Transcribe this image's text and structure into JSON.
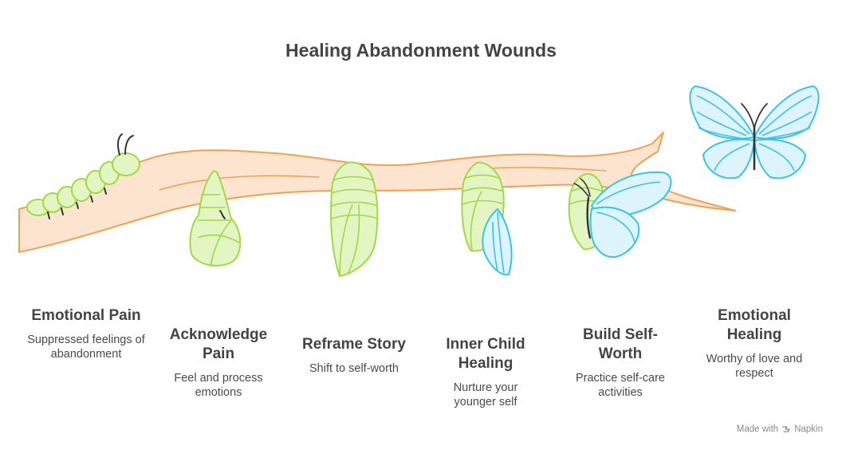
{
  "title": "Healing Abandonment Wounds",
  "stages": [
    {
      "title": "Emotional Pain",
      "description": "Suppressed feelings of abandonment"
    },
    {
      "title": "Acknowledge Pain",
      "description": "Feel and process emotions"
    },
    {
      "title": "Reframe Story",
      "description": "Shift to self-worth"
    },
    {
      "title": "Inner Child Healing",
      "description": "Nurture your younger self"
    },
    {
      "title": "Build Self-Worth",
      "description": "Practice self-care activities"
    },
    {
      "title": "Emotional Healing",
      "description": "Worthy of love and respect"
    }
  ],
  "footer": {
    "made_with": "Made with",
    "brand": "Napkin"
  },
  "colors": {
    "branch_stroke": "#f2a050",
    "branch_fill": "#fde4cf",
    "green_stroke": "#9fd944",
    "green_fill": "#e4f5c4",
    "blue_stroke": "#36c3ec",
    "blue_fill": "#def4fc",
    "ink": "#333333"
  },
  "icons": [
    "caterpillar-icon",
    "cocoon-icon",
    "chrysalis-icon",
    "emerging-wing-icon",
    "emerging-butterfly-icon",
    "butterfly-icon"
  ]
}
